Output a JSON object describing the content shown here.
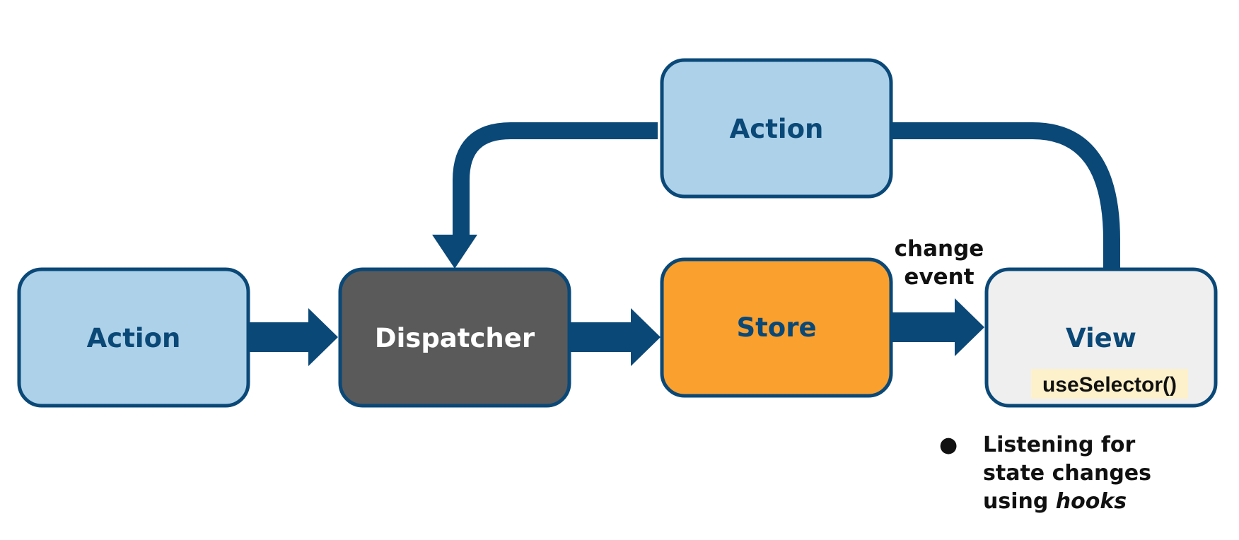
{
  "boxes": {
    "action_left": {
      "label": "Action",
      "fill": "#acd1e9",
      "text_color": "#0a4877"
    },
    "dispatcher": {
      "label": "Dispatcher",
      "fill": "#5a5a5a",
      "text_color": "#ffffff"
    },
    "store": {
      "label": "Store",
      "fill": "#f9a02f",
      "text_color": "#0a4877"
    },
    "view": {
      "label": "View",
      "fill": "#efefef",
      "text_color": "#0a4877",
      "code": "useSelector()",
      "code_highlight": "#fdf1cc"
    },
    "action_top": {
      "label": "Action",
      "fill": "#acd1e9",
      "text_color": "#0a4877"
    }
  },
  "change_event_label": {
    "line1": "change",
    "line2": "event"
  },
  "note": {
    "bullet": "●",
    "line1": "Listening for",
    "line2": "state changes",
    "line3_prefix": "using ",
    "line3_em": "hooks"
  },
  "colors": {
    "border": "#0a4877",
    "arrow": "#0a4877"
  }
}
